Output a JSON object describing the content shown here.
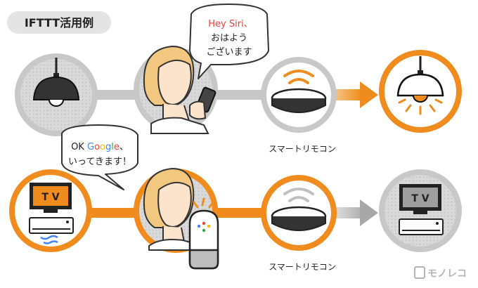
{
  "title": "IFTTT活用例",
  "watermark": "モノレコ",
  "row1": {
    "speech_line1": "Hey Siri、",
    "speech_line2": "おはよう",
    "speech_line3": "ございます",
    "remote_label": "スマートリモコン"
  },
  "row2": {
    "speech_prefix": "OK ",
    "speech_google": [
      "G",
      "o",
      "o",
      "g",
      "l",
      "e"
    ],
    "speech_suffix": "、",
    "speech_line2": "いってきます！",
    "tv_label_on": "T V",
    "tv_label_off": "T V",
    "remote_label": "スマートリモコン"
  },
  "colors": {
    "orange": "#f08c1e",
    "gray_ring": "#c8c8c8",
    "gray_fill": "#e6e6e6",
    "siri_red": "#e8413c",
    "google_blue": "#4285f4",
    "google_red": "#ea4335",
    "google_yellow": "#fbbc05",
    "google_green": "#34a853",
    "skin": "#fbe3cc",
    "hair": "#f2c880"
  }
}
